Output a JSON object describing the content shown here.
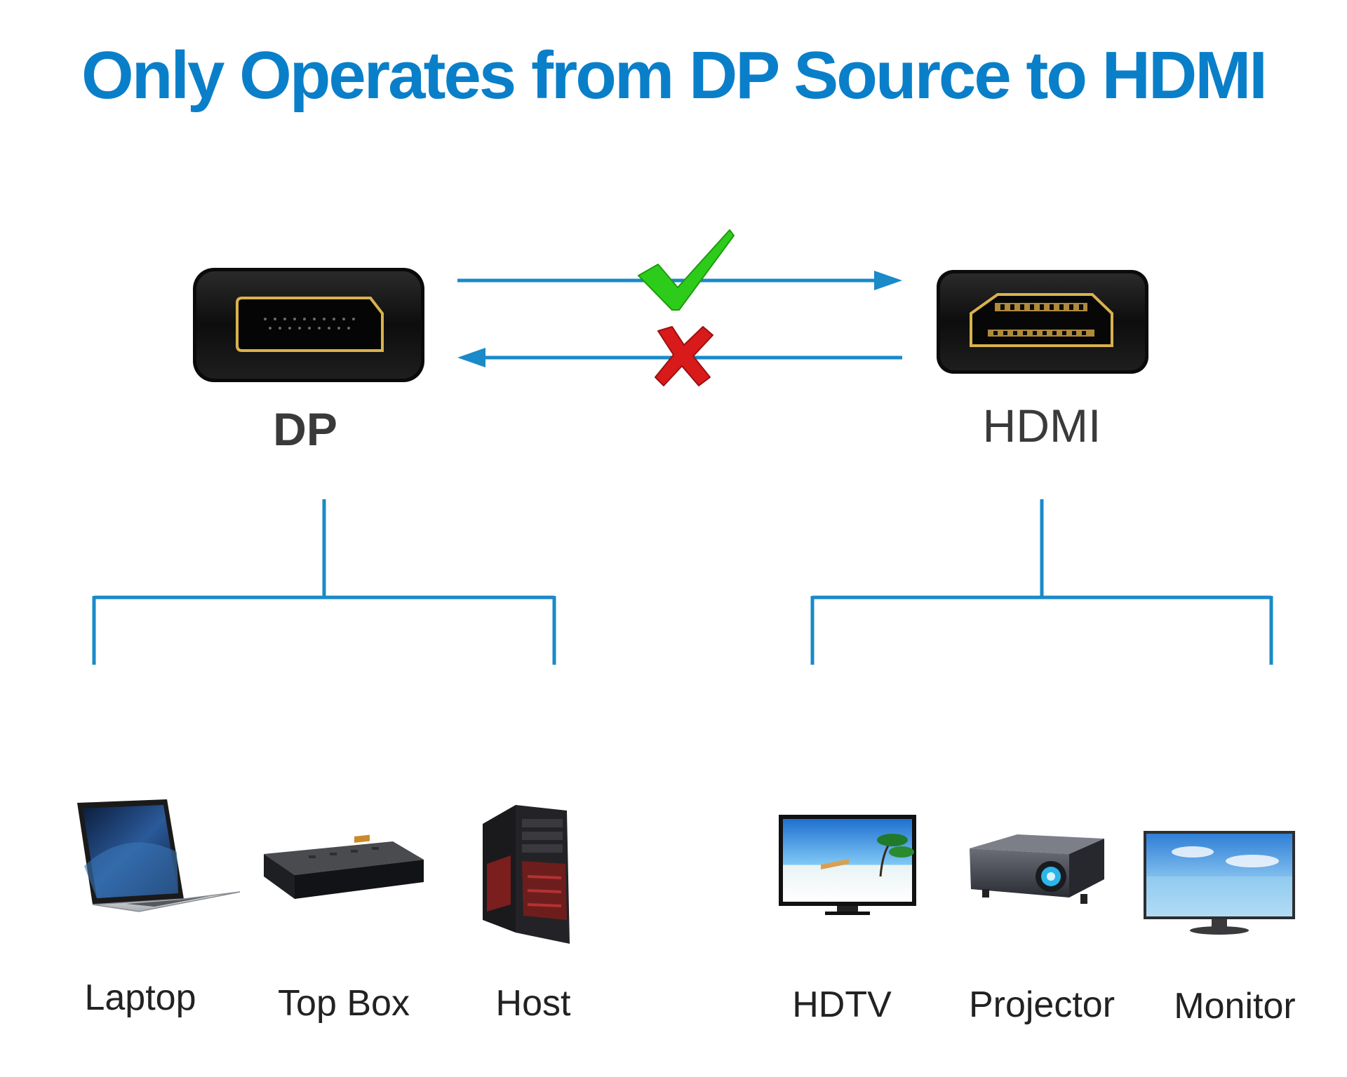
{
  "title": "Only Operates from DP Source to HDMI",
  "source": {
    "label": "DP",
    "icon": "displayport-connector-icon"
  },
  "target": {
    "label": "HDMI",
    "icon": "hdmi-connector-icon"
  },
  "directions": {
    "forward_icon": "green-check-icon",
    "reverse_icon": "red-cross-icon"
  },
  "source_devices": [
    {
      "label": "Laptop",
      "icon": "laptop-icon"
    },
    {
      "label": "Top Box",
      "icon": "set-top-box-icon"
    },
    {
      "label": "Host",
      "icon": "pc-tower-icon"
    }
  ],
  "target_devices": [
    {
      "label": "HDTV",
      "icon": "tv-icon"
    },
    {
      "label": "Projector",
      "icon": "projector-icon"
    },
    {
      "label": "Monitor",
      "icon": "monitor-icon"
    }
  ],
  "colors": {
    "title": "#0a7fc9",
    "line": "#1a8ac8",
    "check": "#2ecc1a",
    "cross": "#d91a1a",
    "connector": "#121212",
    "gold": "#c9a24a",
    "label": "#3a3a3a"
  }
}
